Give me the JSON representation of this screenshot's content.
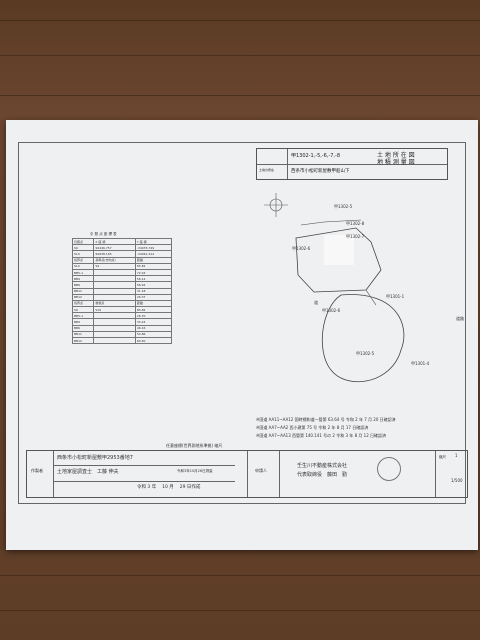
{
  "title": {
    "label_top": "土 地 所 在 図",
    "label_bottom": "地 積 測 量 図",
    "lot_no": "甲1302-1,-5,-6,-7,-8",
    "address_label": "土地の所在",
    "address": "西条市小松町新屋敷甲船山下"
  },
  "table": {
    "title": "引 照 点 座 標 表",
    "rows": [
      [
        "引照点",
        "X 座 標",
        "Y 座 標"
      ],
      [
        "S9",
        "99446.757",
        "-34035.749"
      ],
      [
        "S10",
        "99638.165",
        "-34461.414"
      ],
      [
        "境界点",
        "基準点(方向点)",
        "距離"
      ],
      [
        "S10",
        "S9",
        "85.82"
      ],
      [
        "BB5-1",
        "",
        "72.93"
      ],
      [
        "BB9",
        "",
        "56.14"
      ],
      [
        "BB6",
        "",
        "56.92"
      ],
      [
        "BB11",
        "",
        "31.18"
      ],
      [
        "BB12",
        "",
        "26.37"
      ],
      [
        "境界点",
        "後視点",
        "距離"
      ],
      [
        "S9",
        "S10",
        "85.82"
      ],
      [
        "BB5-1",
        "",
        "26.70"
      ],
      [
        "BB9",
        "",
        "33.24"
      ],
      [
        "BB6",
        "",
        "46.16"
      ],
      [
        "BB11",
        "",
        "54.86"
      ],
      [
        "BB12",
        "",
        "60.50"
      ]
    ]
  },
  "map": {
    "labels": [
      "甲1302-5",
      "甲1302-6",
      "甲1302-7",
      "甲1302-8",
      "甲1301-1",
      "甲1302-6",
      "甲1302-5",
      "甲1301-4",
      "道",
      "道路"
    ]
  },
  "notes": [
    "※国道 AA11~AA12 国時標和道一管第 63.64 号 令和 2 年 7 月 20 日確認済",
    "※国道 AA7~AA2 西小建第 75 号 令和 2 年 8 月 17 日確認済",
    "※国道 AA7~AA13 西管第 140.141 号の 2 令和 3 年 8 月 12 日確認済"
  ],
  "coord_system": "任意座標(世界測地系準拠) 縮尺",
  "footer": {
    "address": "西条市小松町新屋敷甲2953番地7",
    "surveyor_label": "作製者",
    "surveyor": "土地家屋調査士　工藤 伸夫",
    "survey_date": "令和3年10月26日測量",
    "created_date": "令和 3 年　 10 月　 29 日作成",
    "applicant_label": "申請人",
    "company": "壬生川不動産株式会社",
    "representative": "代表取締役　藤田　勤",
    "sheet_label": "縮尺",
    "sheet_no": "1",
    "scale": "1/500"
  }
}
